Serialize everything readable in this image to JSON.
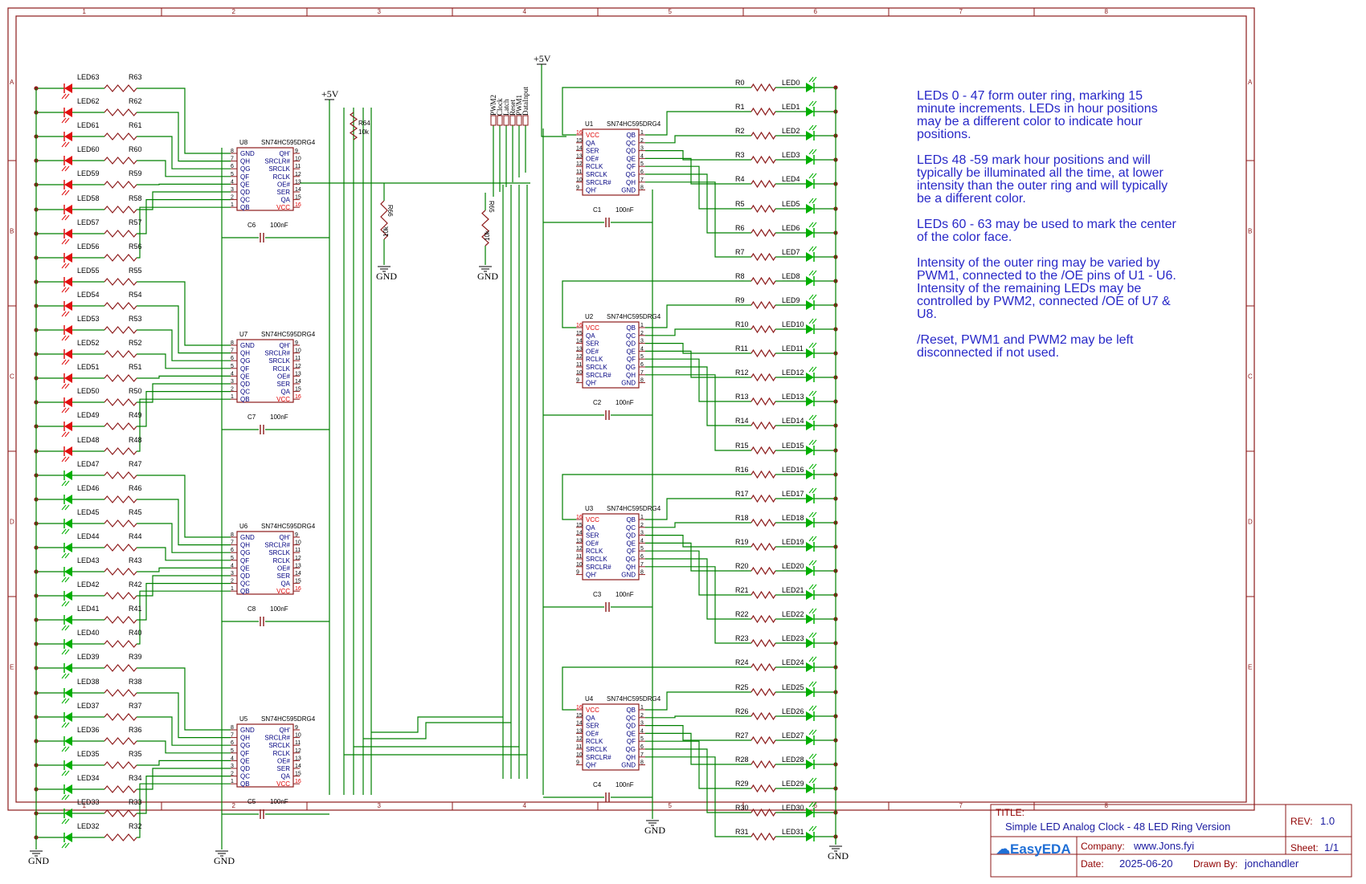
{
  "notes": [
    "LEDs 0 - 47 form outer ring, marking 15 minute increments.  LEDs in hour positions may be a different color to indicate hour positions.",
    "LEDs 48 -59 mark hour positions and will typically be illuminated all the time, at lower intensity than the outer ring and will typically be a different color.",
    "LEDs 60 - 63 may be used to mark the center of the color face.",
    "Intensity of the outer ring may be varied by PWM1,  connected to the /OE pins of U1 - U6.  Intensity of the remaining LEDs may be controlled by PWM2, connected /OE of U7 & U8.",
    "/Reset, PWM1 and PWM2 may be left disconnected if not used."
  ],
  "title_block": {
    "title_label": "TITLE:",
    "title": "Simple LED Analog Clock - 48 LED Ring Version",
    "rev_label": "REV:",
    "rev": "1.0",
    "company_label": "Company:",
    "company": "www.Jons.fyi",
    "sheet_label": "Sheet:",
    "sheet": "1/1",
    "date_label": "Date:",
    "date": "2025-06-20",
    "drawn_label": "Drawn By:",
    "drawn_by": "jonchandler",
    "logo": "EasyEDA"
  },
  "frame": {
    "columns": [
      "1",
      "2",
      "3",
      "4",
      "5",
      "6",
      "7",
      "8"
    ],
    "rows": [
      "A",
      "B",
      "C",
      "D",
      "E"
    ]
  },
  "labels": {
    "vcc": "+5V",
    "gnd": "GND",
    "ic_part": "SN74HC595DRG4",
    "cap_value": "100nF",
    "res_pullup": "10k",
    "header_pins": [
      "PWM2",
      "Clock",
      "Latch",
      "Reset",
      "PWM1",
      "DataInput"
    ]
  },
  "chips_right": [
    {
      "ref": "U1",
      "cap": "C1"
    },
    {
      "ref": "U2",
      "cap": "C2"
    },
    {
      "ref": "U3",
      "cap": "C3"
    },
    {
      "ref": "U4",
      "cap": "C4"
    }
  ],
  "chips_left": [
    {
      "ref": "U8",
      "cap": "C6"
    },
    {
      "ref": "U7",
      "cap": "C7"
    },
    {
      "ref": "U6",
      "cap": "C8"
    },
    {
      "ref": "U5",
      "cap": "C5"
    }
  ],
  "pullups": [
    {
      "ref": "R64",
      "value": "10k"
    },
    {
      "ref": "R65",
      "value": "10k"
    },
    {
      "ref": "R66",
      "value": "10k"
    }
  ],
  "ic_pins_right_chip": [
    {
      "l": "VCC",
      "ln": "16",
      "r": "QB",
      "rn": "1"
    },
    {
      "l": "QA",
      "ln": "15",
      "r": "QC",
      "rn": "2"
    },
    {
      "l": "SER",
      "ln": "14",
      "r": "QD",
      "rn": "3"
    },
    {
      "l": "OE#",
      "ln": "13",
      "r": "QE",
      "rn": "4"
    },
    {
      "l": "RCLK",
      "ln": "12",
      "r": "QF",
      "rn": "5"
    },
    {
      "l": "SRCLK",
      "ln": "11",
      "r": "QG",
      "rn": "6"
    },
    {
      "l": "SRCLR#",
      "ln": "10",
      "r": "QH",
      "rn": "7"
    },
    {
      "l": "QH'",
      "ln": "9",
      "r": "GND",
      "rn": "8"
    }
  ],
  "ic_pins_left_chip": [
    {
      "l": "GND",
      "ln": "8",
      "r": "QH'",
      "rn": "9"
    },
    {
      "l": "QH",
      "ln": "7",
      "r": "SRCLR#",
      "rn": "10"
    },
    {
      "l": "QG",
      "ln": "6",
      "r": "SRCLK",
      "rn": "11"
    },
    {
      "l": "QF",
      "ln": "5",
      "r": "RCLK",
      "rn": "12"
    },
    {
      "l": "QE",
      "ln": "4",
      "r": "OE#",
      "rn": "13"
    },
    {
      "l": "QD",
      "ln": "3",
      "r": "SER",
      "rn": "14"
    },
    {
      "l": "QC",
      "ln": "2",
      "r": "QA",
      "rn": "15"
    },
    {
      "l": "QB",
      "ln": "1",
      "r": "VCC",
      "rn": "16"
    }
  ],
  "colors": {
    "frame": "#8c1a1a",
    "wire": "#008000",
    "part": "#8c1a1a",
    "text": "#000080",
    "note": "#2828c8",
    "led_green": "#00b000",
    "led_red": "#e01010",
    "pin_red": "#e00000"
  }
}
